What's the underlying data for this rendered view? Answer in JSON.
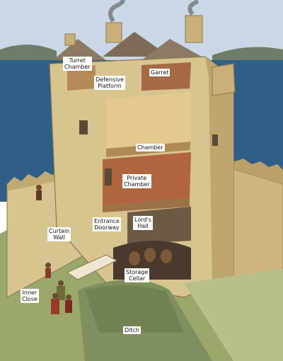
{
  "labels": {
    "turret_chamber": "Turret\nChamber",
    "defensive_platform": "Defensive\nPlatform",
    "garret": "Garret",
    "chamber": "Chamber",
    "private_chamber": "Private\nChamber",
    "entrance_doorway": "Entrance\nDoorway",
    "lords_hall": "Lord's\nHall",
    "curtain_wall": "Curtain\nWall",
    "storage_cellar": "Storage\nCellar",
    "inner_close": "Inner\nClose",
    "ditch": "Ditch"
  },
  "colors": {
    "sky": "#c9d8e4",
    "sea": "#2f5f86",
    "stone": "#d8c48e",
    "stone_dark": "#b79f68",
    "grass": "#7f9a55",
    "roof": "#8d7a63"
  }
}
